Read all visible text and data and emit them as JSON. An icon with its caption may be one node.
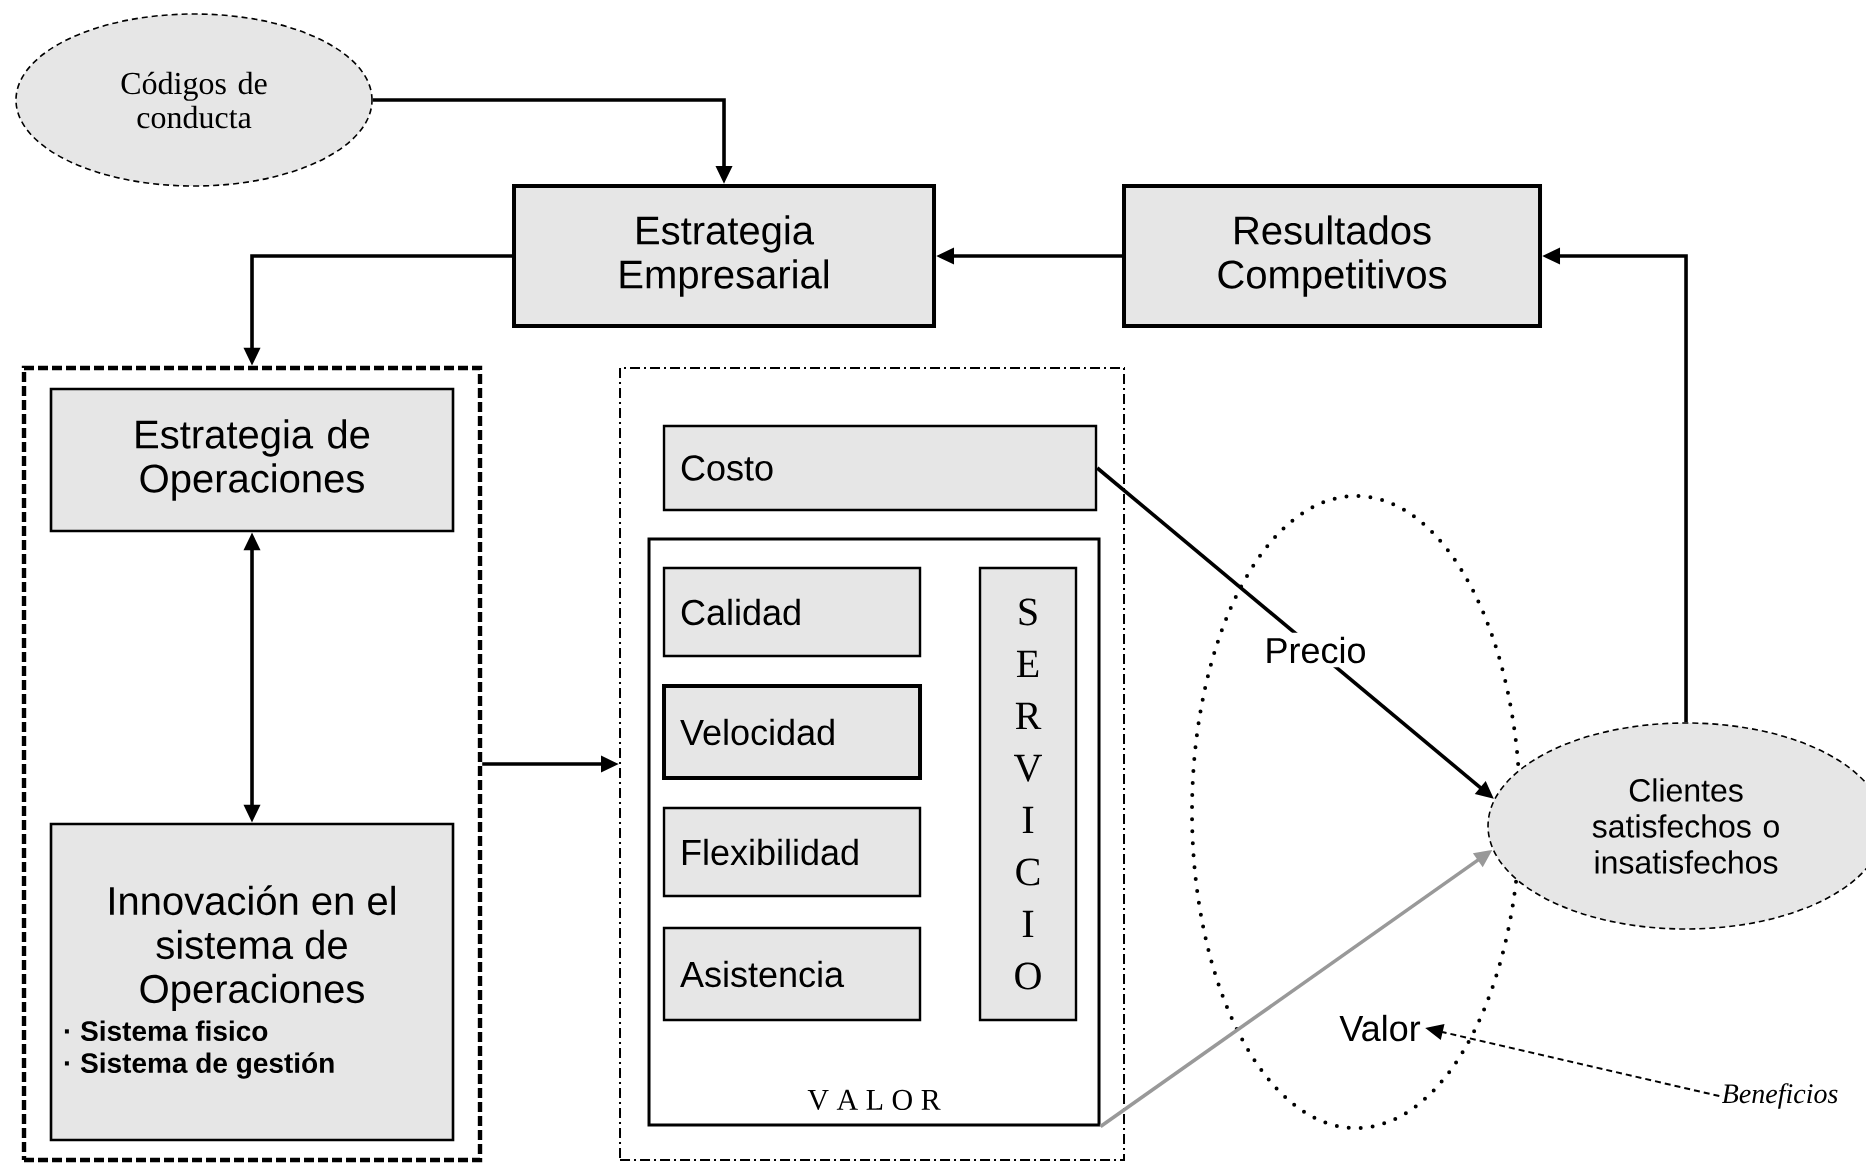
{
  "diagram": {
    "nodes": [
      {
        "text": [
          "Códigos de conducta"
        ]
      },
      {
        "text": [
          "Estrategia Empresarial"
        ]
      },
      {
        "text": [
          "Resultados Competitivos"
        ]
      },
      {
        "text": [],
        "shape": "box"
      },
      {
        "text": [
          "Estrategia de Operaciones"
        ],
        "in": 3
      },
      {
        "text": [
          "Innovación en el sistema de Operaciones",
          "· Sistema fisico",
          "· Sistema de gestión"
        ],
        "in": 3
      },
      {
        "text": [],
        "shape": "box"
      },
      {
        "text": [
          "Costo"
        ],
        "in": 6
      },
      {
        "text": [
          "V A L O R"
        ],
        "in": 6
      },
      {
        "text": [
          "Calidad"
        ],
        "in": 8
      },
      {
        "text": [
          "Velocidad"
        ],
        "in": 8
      },
      {
        "text": [
          "Flexibilidad"
        ],
        "in": 8
      },
      {
        "text": [
          "Asistencia"
        ],
        "in": 8
      },
      {
        "text": [
          "S E R V I C I O"
        ],
        "in": 8
      },
      {
        "text": [
          "Valor"
        ]
      },
      {
        "text": [
          "Clientes satisfechos o insatisfechos"
        ]
      },
      {
        "text": [
          "Beneficios"
        ]
      }
    ],
    "edges": [
      {
        "from": 0,
        "to": 1,
        "arrow": "to"
      },
      {
        "from": 1,
        "to": 3,
        "arrow": "to"
      },
      {
        "from": 2,
        "to": 1,
        "arrow": "to"
      },
      {
        "from": 15,
        "to": 2,
        "arrow": "to"
      },
      {
        "from": 4,
        "to": 5,
        "arrow": "both"
      },
      {
        "from": 3,
        "to": 6,
        "arrow": "to"
      },
      {
        "from": 7,
        "to": 15,
        "arrow": "to",
        "label": "Precio"
      },
      {
        "from": 8,
        "to": 15,
        "arrow": "to",
        "color": "#999999"
      },
      {
        "from": 16,
        "to": 14,
        "arrow": "to",
        "style": "dashed"
      }
    ]
  }
}
